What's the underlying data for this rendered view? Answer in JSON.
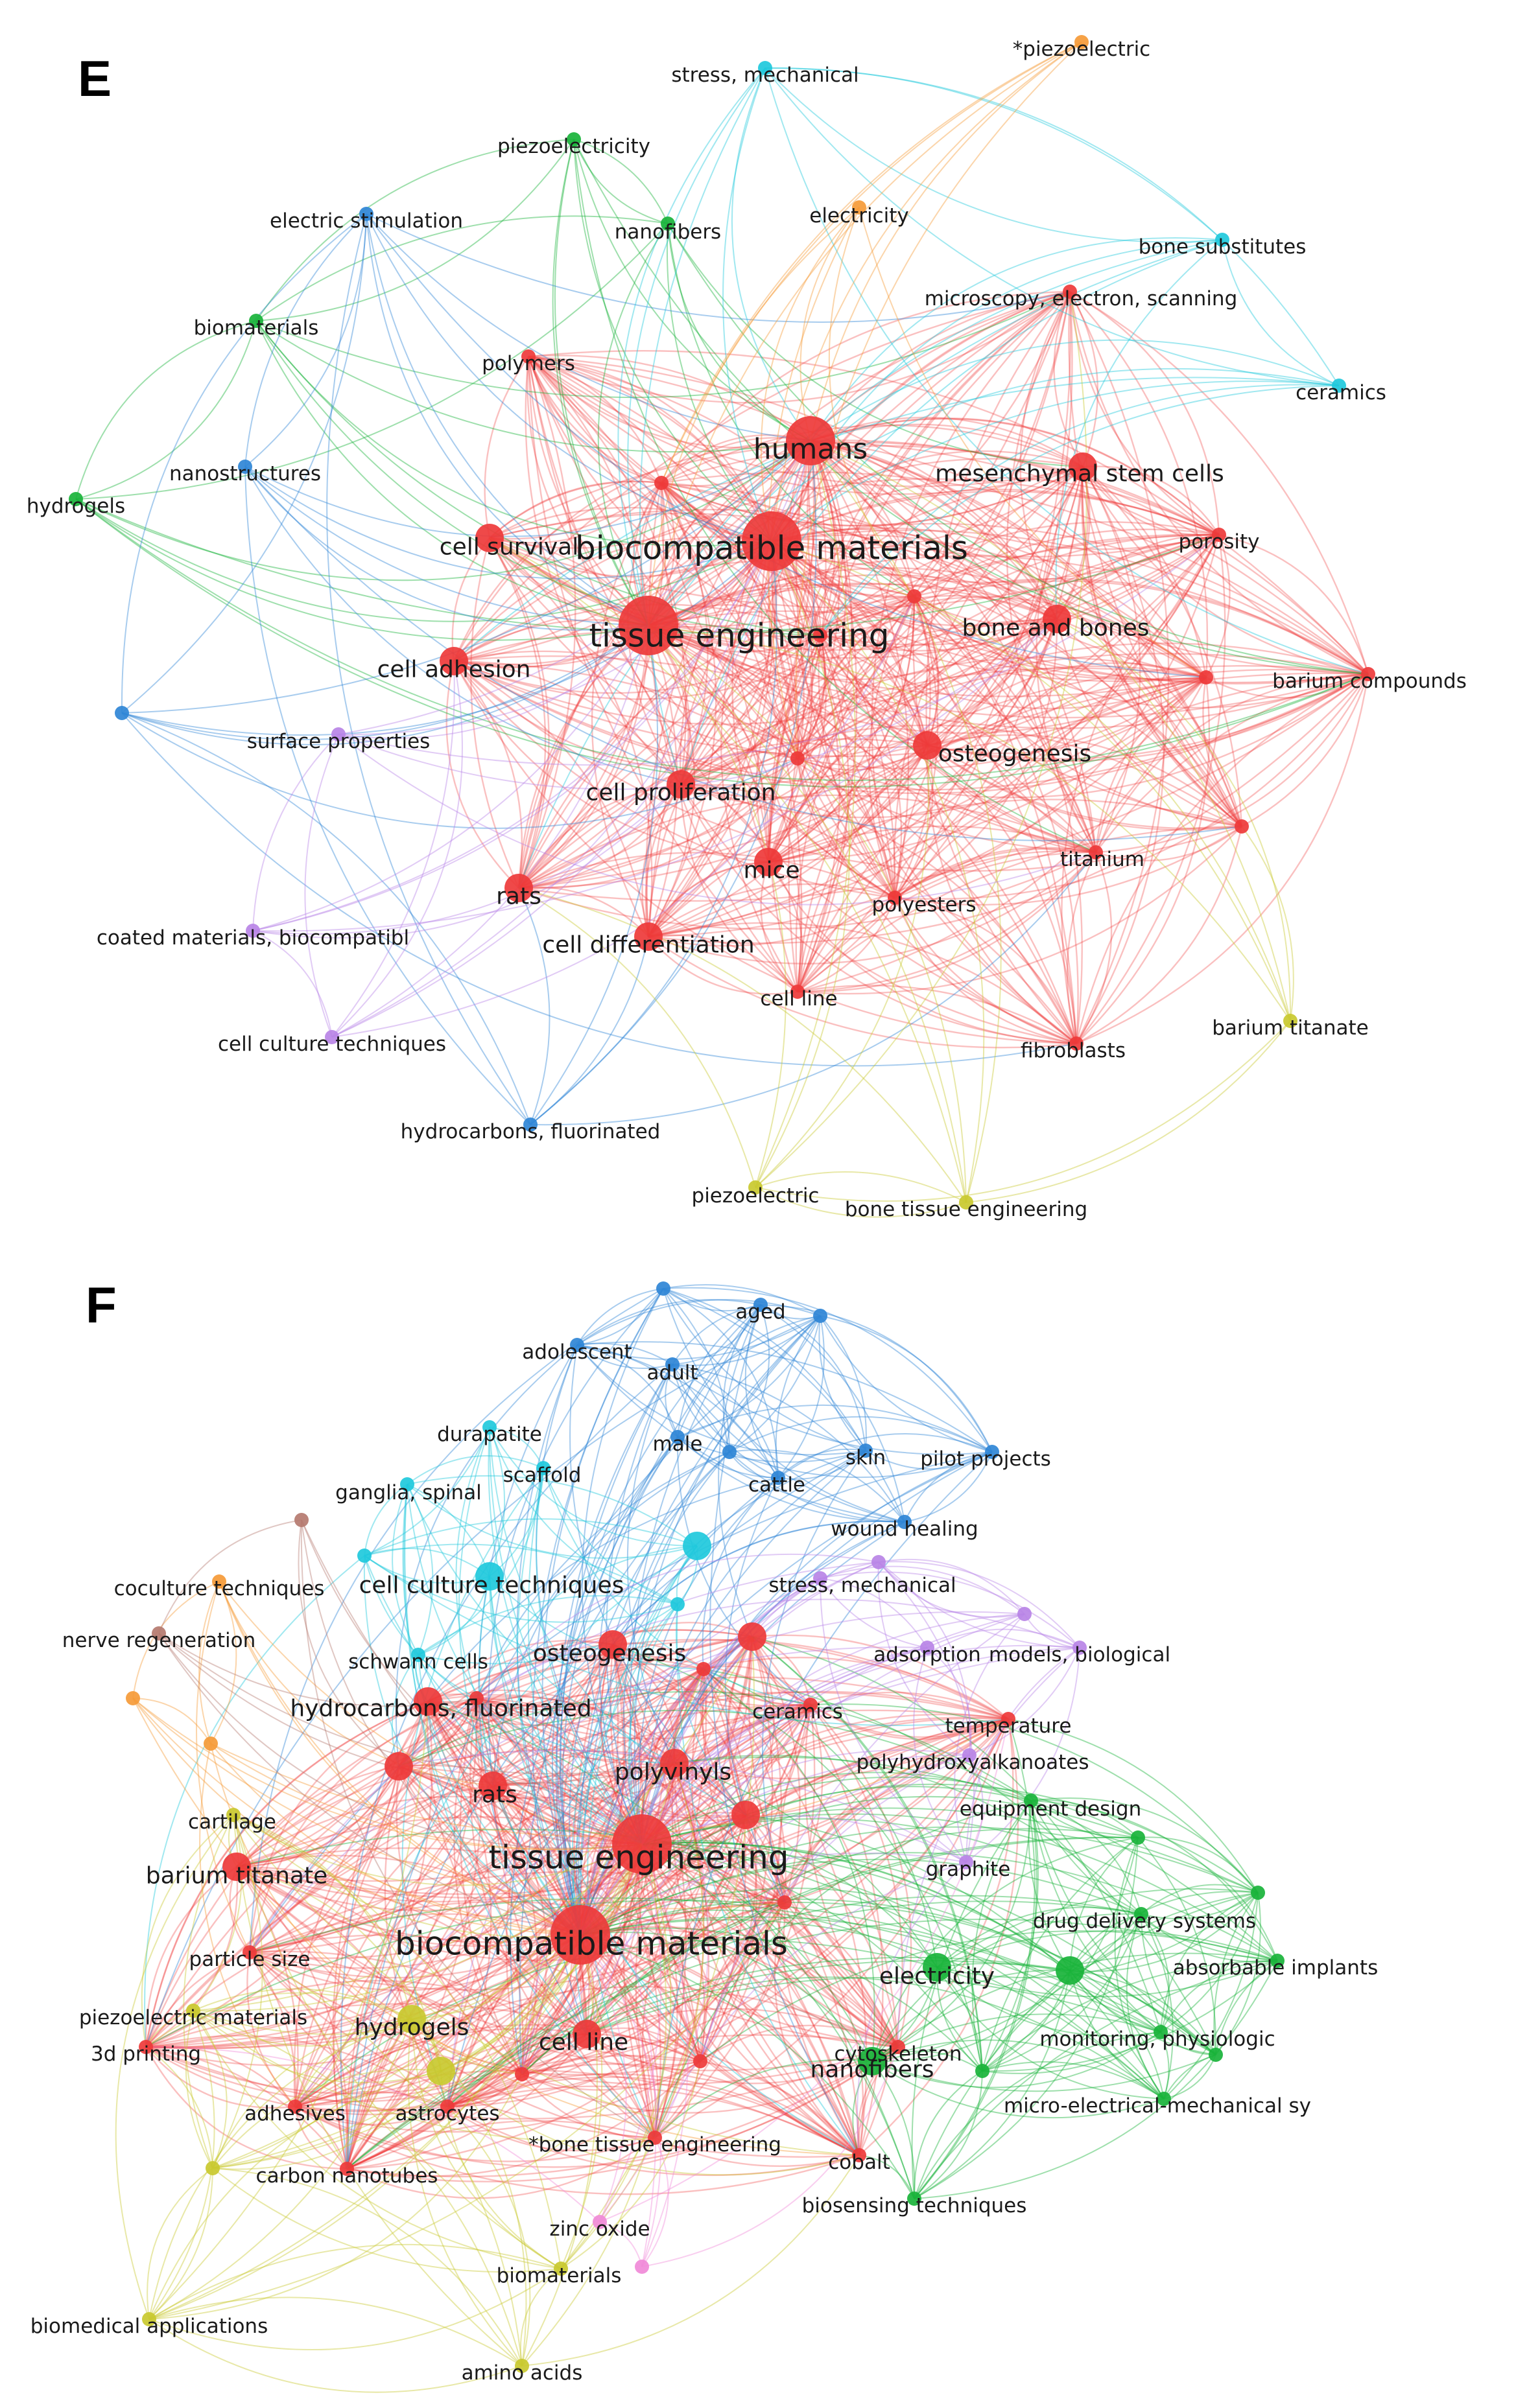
{
  "colors": {
    "red": "#ee3a3a",
    "green": "#19b33a",
    "blue": "#2f86d6",
    "cyan": "#1fc9dc",
    "orange": "#f59a37",
    "yellow": "#c9c92f",
    "purple": "#b884e6",
    "brown": "#b57a6f",
    "pink": "#f08ad8"
  },
  "panels": [
    {
      "label": "E",
      "nodes": [
        {
          "id": "te",
          "label": "tissue engineering",
          "c": "red",
          "s": "xl"
        },
        {
          "id": "bm",
          "label": "biocompatible materials",
          "c": "red",
          "s": "xl"
        },
        {
          "id": "hu",
          "label": "humans",
          "c": "red",
          "s": "l"
        },
        {
          "id": "msc",
          "label": "mesenchymal stem cells",
          "c": "red",
          "s": "m"
        },
        {
          "id": "bb",
          "label": "bone and bones",
          "c": "red",
          "s": "m"
        },
        {
          "id": "cp",
          "label": "cell proliferation",
          "c": "red",
          "s": "m"
        },
        {
          "id": "cs",
          "label": "cell survival",
          "c": "red",
          "s": "m"
        },
        {
          "id": "ca",
          "label": "cell adhesion",
          "c": "red",
          "s": "m"
        },
        {
          "id": "os",
          "label": "osteogenesis",
          "c": "red",
          "s": "m"
        },
        {
          "id": "mi",
          "label": "mice",
          "c": "red",
          "s": "m"
        },
        {
          "id": "ra",
          "label": "rats",
          "c": "red",
          "s": "m"
        },
        {
          "id": "cd",
          "label": "cell differentiation",
          "c": "red",
          "s": "m"
        },
        {
          "id": "cl",
          "label": "cell line",
          "c": "red",
          "s": "s"
        },
        {
          "id": "pe",
          "label": "polyesters",
          "c": "red",
          "s": "s"
        },
        {
          "id": "ti",
          "label": "titanium",
          "c": "red",
          "s": "s"
        },
        {
          "id": "po",
          "label": "porosity",
          "c": "red",
          "s": "s"
        },
        {
          "id": "bc",
          "label": "barium compounds",
          "c": "red",
          "s": "s"
        },
        {
          "id": "pl",
          "label": "polymers",
          "c": "red",
          "s": "s"
        },
        {
          "id": "mes",
          "label": "microscopy, electron, scanning",
          "c": "red",
          "s": "s"
        },
        {
          "id": "fi",
          "label": "fibroblasts",
          "c": "red",
          "s": "s"
        },
        {
          "id": "r1",
          "label": "",
          "c": "red",
          "s": "s"
        },
        {
          "id": "r2",
          "label": "",
          "c": "red",
          "s": "s"
        },
        {
          "id": "r3",
          "label": "",
          "c": "red",
          "s": "s"
        },
        {
          "id": "r4",
          "label": "",
          "c": "red",
          "s": "s"
        },
        {
          "id": "r5",
          "label": "",
          "c": "red",
          "s": "s"
        },
        {
          "id": "r6",
          "label": "",
          "c": "red",
          "s": "s"
        },
        {
          "id": "pz",
          "label": "piezoelectricity",
          "c": "green",
          "s": "s"
        },
        {
          "id": "nf",
          "label": "nanofibers",
          "c": "green",
          "s": "s"
        },
        {
          "id": "bi",
          "label": "biomaterials",
          "c": "green",
          "s": "s"
        },
        {
          "id": "hy",
          "label": "hydrogels",
          "c": "green",
          "s": "s"
        },
        {
          "id": "es",
          "label": "electric stimulation",
          "c": "blue",
          "s": "s"
        },
        {
          "id": "ns",
          "label": "nanostructures",
          "c": "blue",
          "s": "s"
        },
        {
          "id": "hf",
          "label": "hydrocarbons, fluorinated",
          "c": "blue",
          "s": "s"
        },
        {
          "id": "b1",
          "label": "",
          "c": "blue",
          "s": "s"
        },
        {
          "id": "sm",
          "label": "stress, mechanical",
          "c": "cyan",
          "s": "s"
        },
        {
          "id": "bs",
          "label": "bone substitutes",
          "c": "cyan",
          "s": "s"
        },
        {
          "id": "ce",
          "label": "ceramics",
          "c": "cyan",
          "s": "s"
        },
        {
          "id": "pz2",
          "label": "*piezoelectric",
          "c": "orange",
          "s": "s"
        },
        {
          "id": "el",
          "label": "electricity",
          "c": "orange",
          "s": "s"
        },
        {
          "id": "bt",
          "label": "barium titanate",
          "c": "yellow",
          "s": "s"
        },
        {
          "id": "pz3",
          "label": "piezoelectric",
          "c": "yellow",
          "s": "s"
        },
        {
          "id": "bte",
          "label": "bone tissue engineering",
          "c": "yellow",
          "s": "s"
        },
        {
          "id": "sp",
          "label": "surface properties",
          "c": "purple",
          "s": "s"
        },
        {
          "id": "cmb",
          "label": "coated materials, biocompatibl",
          "c": "purple",
          "s": "s"
        },
        {
          "id": "cct",
          "label": "cell culture techniques",
          "c": "purple",
          "s": "s"
        }
      ]
    },
    {
      "label": "F",
      "nodes": [
        {
          "id": "te",
          "label": "tissue engineering",
          "c": "red",
          "s": "xl"
        },
        {
          "id": "bm",
          "label": "biocompatible materials",
          "c": "red",
          "s": "xl"
        },
        {
          "id": "pv",
          "label": "polyvinyls",
          "c": "red",
          "s": "m"
        },
        {
          "id": "ra",
          "label": "rats",
          "c": "red",
          "s": "m"
        },
        {
          "id": "og",
          "label": "osteogenesis",
          "c": "red",
          "s": "m"
        },
        {
          "id": "hf",
          "label": "hydrocarbons, fluorinated",
          "c": "red",
          "s": "m"
        },
        {
          "id": "bt",
          "label": "barium titanate",
          "c": "red",
          "s": "m"
        },
        {
          "id": "cl",
          "label": "cell line",
          "c": "red",
          "s": "m"
        },
        {
          "id": "ce",
          "label": "ceramics",
          "c": "red",
          "s": "s"
        },
        {
          "id": "ps",
          "label": "particle size",
          "c": "red",
          "s": "s"
        },
        {
          "id": "3d",
          "label": "3d printing",
          "c": "red",
          "s": "s"
        },
        {
          "id": "ad",
          "label": "adhesives",
          "c": "red",
          "s": "s"
        },
        {
          "id": "cn",
          "label": "carbon nanotubes",
          "c": "red",
          "s": "s"
        },
        {
          "id": "ast",
          "label": "astrocytes",
          "c": "red",
          "s": "s"
        },
        {
          "id": "bte",
          "label": "*bone tissue engineering",
          "c": "red",
          "s": "s"
        },
        {
          "id": "co",
          "label": "cobalt",
          "c": "red",
          "s": "s"
        },
        {
          "id": "te2",
          "label": "temperature",
          "c": "red",
          "s": "s"
        },
        {
          "id": "cy",
          "label": "cytoskeleton",
          "c": "red",
          "s": "s"
        },
        {
          "id": "r1",
          "label": "",
          "c": "red",
          "s": "m"
        },
        {
          "id": "r2",
          "label": "",
          "c": "red",
          "s": "m"
        },
        {
          "id": "r3",
          "label": "",
          "c": "red",
          "s": "m"
        },
        {
          "id": "r4",
          "label": "",
          "c": "red",
          "s": "s"
        },
        {
          "id": "r5",
          "label": "",
          "c": "red",
          "s": "s"
        },
        {
          "id": "r6",
          "label": "",
          "c": "red",
          "s": "s"
        },
        {
          "id": "r7",
          "label": "",
          "c": "red",
          "s": "s"
        },
        {
          "id": "r8",
          "label": "",
          "c": "red",
          "s": "s"
        },
        {
          "id": "el",
          "label": "electricity",
          "c": "green",
          "s": "m"
        },
        {
          "id": "nf",
          "label": "nanofibers",
          "c": "green",
          "s": "m"
        },
        {
          "id": "ed",
          "label": "equipment design",
          "c": "green",
          "s": "s"
        },
        {
          "id": "dds",
          "label": "drug delivery systems",
          "c": "green",
          "s": "s"
        },
        {
          "id": "ai",
          "label": "absorbable implants",
          "c": "green",
          "s": "s"
        },
        {
          "id": "mp",
          "label": "monitoring, physiologic",
          "c": "green",
          "s": "s"
        },
        {
          "id": "mem",
          "label": "micro-electrical-mechanical sy",
          "c": "green",
          "s": "s"
        },
        {
          "id": "bst",
          "label": "biosensing techniques",
          "c": "green",
          "s": "s"
        },
        {
          "id": "g1",
          "label": "",
          "c": "green",
          "s": "m"
        },
        {
          "id": "g2",
          "label": "",
          "c": "green",
          "s": "s"
        },
        {
          "id": "g3",
          "label": "",
          "c": "green",
          "s": "s"
        },
        {
          "id": "g4",
          "label": "",
          "c": "green",
          "s": "s"
        },
        {
          "id": "g5",
          "label": "",
          "c": "green",
          "s": "s"
        },
        {
          "id": "ag",
          "label": "aged",
          "c": "blue",
          "s": "s"
        },
        {
          "id": "adl",
          "label": "adolescent",
          "c": "blue",
          "s": "s"
        },
        {
          "id": "adu",
          "label": "adult",
          "c": "blue",
          "s": "s"
        },
        {
          "id": "ma",
          "label": "male",
          "c": "blue",
          "s": "s"
        },
        {
          "id": "cat",
          "label": "cattle",
          "c": "blue",
          "s": "s"
        },
        {
          "id": "sk",
          "label": "skin",
          "c": "blue",
          "s": "s"
        },
        {
          "id": "pp",
          "label": "pilot projects",
          "c": "blue",
          "s": "s"
        },
        {
          "id": "wh",
          "label": "wound healing",
          "c": "blue",
          "s": "s"
        },
        {
          "id": "b1",
          "label": "",
          "c": "blue",
          "s": "s"
        },
        {
          "id": "b2",
          "label": "",
          "c": "blue",
          "s": "s"
        },
        {
          "id": "b3",
          "label": "",
          "c": "blue",
          "s": "s"
        },
        {
          "id": "du",
          "label": "durapatite",
          "c": "cyan",
          "s": "s"
        },
        {
          "id": "sc",
          "label": "scaffold",
          "c": "cyan",
          "s": "s"
        },
        {
          "id": "gs",
          "label": "ganglia, spinal",
          "c": "cyan",
          "s": "s"
        },
        {
          "id": "cct",
          "label": "cell culture techniques",
          "c": "cyan",
          "s": "m"
        },
        {
          "id": "sch",
          "label": "schwann cells",
          "c": "cyan",
          "s": "s"
        },
        {
          "id": "c1",
          "label": "",
          "c": "cyan",
          "s": "m"
        },
        {
          "id": "c2",
          "label": "",
          "c": "cyan",
          "s": "s"
        },
        {
          "id": "c3",
          "label": "",
          "c": "cyan",
          "s": "s"
        },
        {
          "id": "sm",
          "label": "stress, mechanical",
          "c": "purple",
          "s": "s"
        },
        {
          "id": "ads",
          "label": "adsorption",
          "c": "purple",
          "s": "s"
        },
        {
          "id": "mb",
          "label": "models, biological",
          "c": "purple",
          "s": "s"
        },
        {
          "id": "pha",
          "label": "polyhydroxyalkanoates",
          "c": "purple",
          "s": "s"
        },
        {
          "id": "gr",
          "label": "graphite",
          "c": "purple",
          "s": "s"
        },
        {
          "id": "p1",
          "label": "",
          "c": "purple",
          "s": "s"
        },
        {
          "id": "p2",
          "label": "",
          "c": "purple",
          "s": "s"
        },
        {
          "id": "cot",
          "label": "coculture techniques",
          "c": "orange",
          "s": "s"
        },
        {
          "id": "o1",
          "label": "",
          "c": "orange",
          "s": "s"
        },
        {
          "id": "o2",
          "label": "",
          "c": "orange",
          "s": "s"
        },
        {
          "id": "nr",
          "label": "nerve regeneration",
          "c": "brown",
          "s": "s"
        },
        {
          "id": "br1",
          "label": "",
          "c": "brown",
          "s": "s"
        },
        {
          "id": "ca",
          "label": "cartilage",
          "c": "yellow",
          "s": "s"
        },
        {
          "id": "pzm",
          "label": "piezoelectric materials",
          "c": "yellow",
          "s": "s"
        },
        {
          "id": "hy",
          "label": "hydrogels",
          "c": "yellow",
          "s": "m"
        },
        {
          "id": "bi",
          "label": "biomaterials",
          "c": "yellow",
          "s": "s"
        },
        {
          "id": "ba",
          "label": "biomedical applications",
          "c": "yellow",
          "s": "s"
        },
        {
          "id": "aa",
          "label": "amino acids",
          "c": "yellow",
          "s": "s"
        },
        {
          "id": "y1",
          "label": "",
          "c": "yellow",
          "s": "m"
        },
        {
          "id": "y2",
          "label": "",
          "c": "yellow",
          "s": "s"
        },
        {
          "id": "zo",
          "label": "zinc oxide",
          "c": "pink",
          "s": "s"
        },
        {
          "id": "k1",
          "label": "",
          "c": "pink",
          "s": "s"
        }
      ]
    }
  ]
}
